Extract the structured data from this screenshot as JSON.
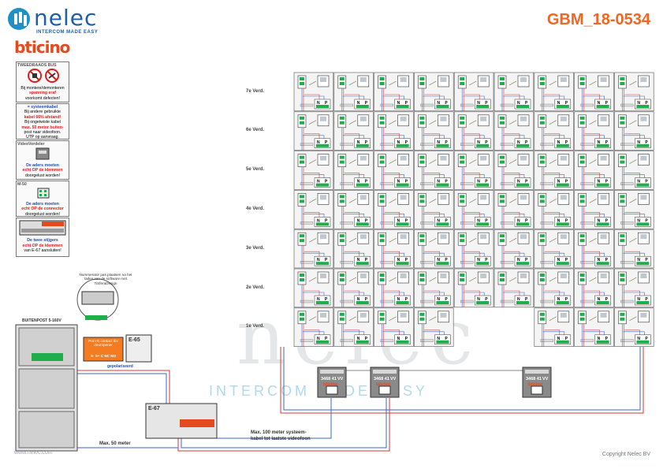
{
  "header": {
    "brand_name": "nelec",
    "brand_tagline": "INTERCOM MADE EASY",
    "partner_brand": "bticino",
    "document_code": "GBM_18-0534"
  },
  "legend": {
    "bus": {
      "title": "TWEEDRAADS BUS",
      "line1": "Bij montere/demonteren",
      "line2": "spanning eraf",
      "line3": "voorkomt defecten!"
    },
    "cable": {
      "line1": "= systeemkabel",
      "line2": "Bij andere gebruikte",
      "line3": "kabel 66% afstand!",
      "line4": "Bij ongetwiste kabel",
      "line5": "max. 50 meter buiten-",
      "line6": "post naar videofoon.",
      "line7": "UTP op aanvraag."
    },
    "videoverdeler": {
      "title": "VideoVerdeler",
      "line1": "De aders moeten",
      "line2": "echt OP de klemmen",
      "line3": "doorgelust worden!"
    },
    "m50": {
      "title": "M-50",
      "line1": "De aders moeten",
      "line2": "echt OP de connector",
      "line3": "doorgelust worden!"
    },
    "e67": {
      "line1": "De twee stijgers",
      "line2": "echt OP de klemmen",
      "line3": "van E-67 aansluiten!"
    }
  },
  "floors": [
    "7e Verd.",
    "6e Verd.",
    "5e Verd.",
    "4e Verd.",
    "3e Verd.",
    "2e Verd.",
    "1e Verd."
  ],
  "annotations": {
    "numerator_note": "Nummerator pas plaatsen na het laden van de software met TiSferaDesign",
    "buitenpost": "BUITENPOST 5-160V",
    "potvrij": "Pot.vrij contact tbv deuropener",
    "potvrij_terminals": "S- S+ C NC NO",
    "e65": "E-65",
    "gepolariseerd": "gepolariseerd",
    "e67": "E-67",
    "max100": "Max. 100 meter systeem-",
    "max100b": "kabel tot laatste videofoon",
    "max50": "Max. 50 meter"
  },
  "distributor": {
    "part": "3468 41",
    "pins": "VV",
    "brand": "bticino"
  },
  "terminal_labels": {
    "n": "N",
    "p": "P"
  },
  "watermark": {
    "text": "nelec",
    "tagline": "INTERCOM MADE EASY"
  },
  "footer": {
    "left": "www.nelec.com",
    "right": "Copyright Nelec BV"
  },
  "colors": {
    "accent_orange": "#f26522",
    "brand_blue": "#1f5ea8",
    "bticino_red": "#e34b1f",
    "warning_red": "#e21b1b",
    "wire_red": "#d23a3a",
    "wire_blue": "#3a67c8",
    "terminal_green": "#1fae4b"
  }
}
